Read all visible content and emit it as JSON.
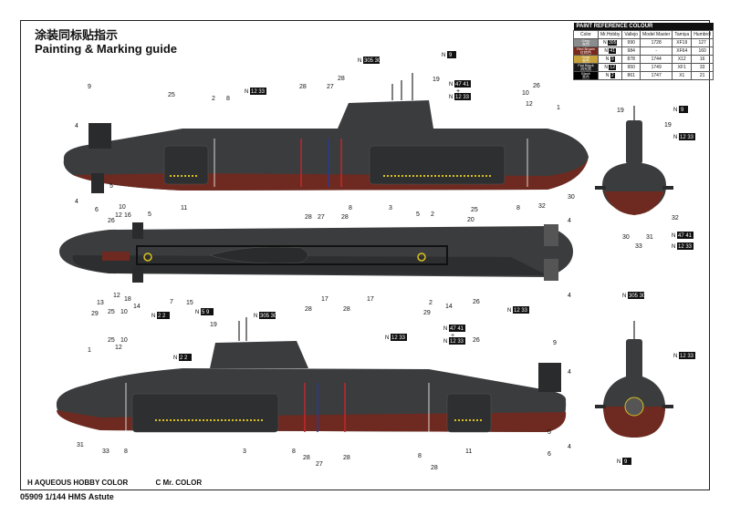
{
  "title_cn": "涂装同标贴指示",
  "title_en": "Painting & Marking guide",
  "reference_table": {
    "title": "PAINT  REFERENCE COLOUR",
    "headers": [
      "Color",
      "Mr.Hobby",
      "Vallejo",
      "Model Master",
      "Tamiya",
      "Humbrol"
    ],
    "rows": [
      {
        "name_en": "Grey",
        "name_cn": "灰色",
        "swatch": "#8a8c8e",
        "mrhobby": "N",
        "mrhobby_code": "305",
        "vallejo": "990",
        "modelmaster": "1728",
        "tamiya": "XF19",
        "humbrol": "127"
      },
      {
        "name_en": "Red Brown",
        "name_cn": "红棕色",
        "swatch": "#7a2a1c",
        "mrhobby": "N",
        "mrhobby_code": "41",
        "vallejo": "984",
        "modelmaster": "-",
        "tamiya": "XF64",
        "humbrol": "160"
      },
      {
        "name_en": "Gold",
        "name_cn": "金色",
        "swatch": "#c7a23a",
        "mrhobby": "N",
        "mrhobby_code": "9",
        "vallejo": "878",
        "modelmaster": "1744",
        "tamiya": "X12",
        "humbrol": "16"
      },
      {
        "name_en": "Flat Black",
        "name_cn": "消光黑",
        "swatch": "#1a1a1a",
        "mrhobby": "N",
        "mrhobby_code": "12",
        "vallejo": "950",
        "modelmaster": "1749",
        "tamiya": "XF1",
        "humbrol": "33"
      },
      {
        "name_en": "Black",
        "name_cn": "黑色",
        "swatch": "#000000",
        "mrhobby": "N",
        "mrhobby_code": "2",
        "vallejo": "861",
        "modelmaster": "1747",
        "tamiya": "X1",
        "humbrol": "21"
      }
    ]
  },
  "legend": {
    "aqueous_prefix": "H",
    "aqueous": "AQUEOUS HOBBY COLOR",
    "mr_color_prefix": "C",
    "mr_color": "Mr. COLOR"
  },
  "model_line": "05909 1/144 HMS Astute",
  "paint_tags": {
    "n305_308": {
      "n": "N",
      "code": "305 308"
    },
    "n9": {
      "n": "N",
      "code": "9"
    },
    "n12_33": {
      "n": "N",
      "code": "12 33"
    },
    "n47_41": {
      "n": "N",
      "code": "47 41"
    },
    "n2_2": {
      "n": "N",
      "code": "2 2"
    },
    "n5_9": {
      "n": "N",
      "code": "5 9"
    }
  },
  "callouts": {
    "c1": "1",
    "c2": "2",
    "c3": "3",
    "c4": "4",
    "c5": "5",
    "c6": "6",
    "c7": "7",
    "c8": "8",
    "c9": "9",
    "c10": "10",
    "c11": "11",
    "c12": "12",
    "c13": "13",
    "c14": "14",
    "c15": "15",
    "c16": "16",
    "c17": "17",
    "c18": "18",
    "c19": "19",
    "c20": "20",
    "c25": "25",
    "c26": "26",
    "c27": "27",
    "c28": "28",
    "c29": "29",
    "c30": "30",
    "c31": "31",
    "c32": "32",
    "c33": "33",
    "plus": "+"
  },
  "colors": {
    "hull": "#3a3c3e",
    "hull_dark": "#2a2b2c",
    "red_brown": "#6e2a20",
    "red_line": "#c0272d",
    "blue_line": "#2b3a8f",
    "gold": "#d9c21f"
  }
}
